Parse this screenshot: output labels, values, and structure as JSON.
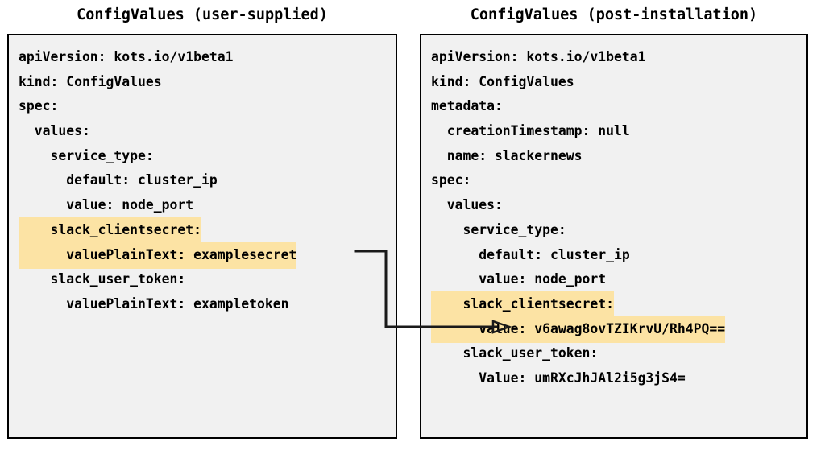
{
  "panels": {
    "left": {
      "title": "ConfigValues (user-supplied)",
      "lines": [
        {
          "text": "apiVersion: kots.io/v1beta1",
          "highlight": false
        },
        {
          "text": "kind: ConfigValues",
          "highlight": false
        },
        {
          "text": "spec:",
          "highlight": false
        },
        {
          "text": "  values:",
          "highlight": false
        },
        {
          "text": "    service_type:",
          "highlight": false
        },
        {
          "text": "      default: cluster_ip",
          "highlight": false
        },
        {
          "text": "      value: node_port",
          "highlight": false
        },
        {
          "text": "    slack_clientsecret:",
          "highlight": true
        },
        {
          "text": "      valuePlainText: examplesecret",
          "highlight": true
        },
        {
          "text": "    slack_user_token:",
          "highlight": false
        },
        {
          "text": "      valuePlainText: exampletoken",
          "highlight": false
        }
      ]
    },
    "right": {
      "title": "ConfigValues (post-installation)",
      "lines": [
        {
          "text": "apiVersion: kots.io/v1beta1",
          "highlight": false
        },
        {
          "text": "kind: ConfigValues",
          "highlight": false
        },
        {
          "text": "metadata:",
          "highlight": false
        },
        {
          "text": "  creationTimestamp: null",
          "highlight": false
        },
        {
          "text": "  name: slackernews",
          "highlight": false
        },
        {
          "text": "spec:",
          "highlight": false
        },
        {
          "text": "  values:",
          "highlight": false
        },
        {
          "text": "    service_type:",
          "highlight": false
        },
        {
          "text": "      default: cluster_ip",
          "highlight": false
        },
        {
          "text": "      value: node_port",
          "highlight": false
        },
        {
          "text": "    slack_clientsecret:",
          "highlight": true
        },
        {
          "text": "      value: v6awag8ovTZIKrvU/Rh4PQ==",
          "highlight": true
        },
        {
          "text": "    slack_user_token:",
          "highlight": false
        },
        {
          "text": "      Value: umRXcJhJAl2i5g3jS4=",
          "highlight": false
        }
      ]
    }
  },
  "connector": {
    "name": "secret-encryption-arrow",
    "from_label": "valuePlainText: examplesecret",
    "to_label": "value: v6awag8ovTZIKrvU/Rh4PQ=="
  },
  "colors": {
    "highlight": "#fce3a4",
    "panel_background": "#f1f1f1",
    "panel_border": "#000000",
    "text": "#000000",
    "connector": "#1a1a1a"
  }
}
